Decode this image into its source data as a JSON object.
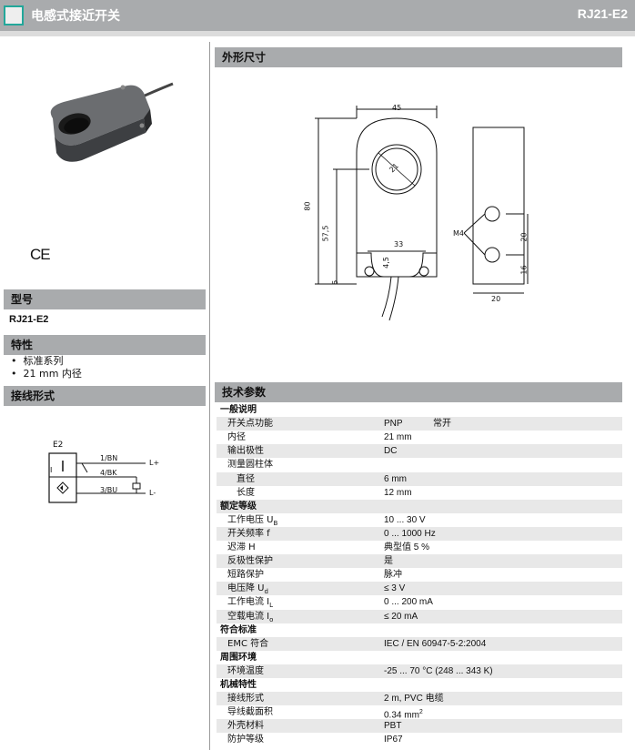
{
  "header": {
    "title": "电感式接近开关",
    "code": "RJ21-E2"
  },
  "ce_mark": "CE",
  "model": {
    "heading": "型号",
    "value": "RJ21-E2"
  },
  "features": {
    "heading": "特性",
    "items": [
      "标准系列",
      "21 mm 内径"
    ]
  },
  "wiring": {
    "heading": "接线形式",
    "label": "E2",
    "terminals": [
      "1/BN",
      "4/BK",
      "3/BU"
    ],
    "supply_plus": "L+",
    "supply_minus": "L-",
    "box_mark": "I"
  },
  "dimensions": {
    "heading": "外形尺寸",
    "labels": {
      "w45": "45",
      "h80": "80",
      "h57": "57,5",
      "h6": "6",
      "w33": "33",
      "d45": "4,5",
      "d21": "21",
      "m4": "M4",
      "v20": "20",
      "v16": "16",
      "s20": "20"
    }
  },
  "specs": {
    "heading": "技术参数",
    "rows": [
      {
        "type": "head",
        "label": "一般说明"
      },
      {
        "type": "l1",
        "label": "开关点功能",
        "value": "PNP",
        "value2": "常开"
      },
      {
        "type": "l1",
        "label": "内径",
        "value": "21 mm"
      },
      {
        "type": "l1",
        "label": "输出极性",
        "value": "DC"
      },
      {
        "type": "l1",
        "label": "测量圆柱体"
      },
      {
        "type": "l2",
        "label": "直径",
        "value": "6 mm"
      },
      {
        "type": "l2",
        "label": "长度",
        "value": "12 mm"
      },
      {
        "type": "head",
        "label": "额定等级"
      },
      {
        "type": "l1",
        "label": "工作电压 U",
        "sub": "B",
        "value": "10 ... 30 V"
      },
      {
        "type": "l1",
        "label": "开关频率 f",
        "value": "0 ... 1000 Hz"
      },
      {
        "type": "l1",
        "label": "迟滞 H",
        "value": "典型值 5 %"
      },
      {
        "type": "l1",
        "label": "反极性保护",
        "value": "是"
      },
      {
        "type": "l1",
        "label": "短路保护",
        "value": "脉冲"
      },
      {
        "type": "l1",
        "label": "电压降 U",
        "sub": "d",
        "value": "≤ 3 V"
      },
      {
        "type": "l1",
        "label": "工作电流 I",
        "sub": "L",
        "value": "0 ... 200 mA"
      },
      {
        "type": "l1",
        "label": "空载电流 I",
        "sub": "o",
        "value": "≤ 20 mA"
      },
      {
        "type": "head",
        "label": "符合标准"
      },
      {
        "type": "l1",
        "label": "EMC 符合",
        "value": "IEC / EN 60947-5-2:2004"
      },
      {
        "type": "head",
        "label": "周围环境"
      },
      {
        "type": "l1",
        "label": "环境温度",
        "value": "-25 ... 70 °C (248 ... 343 K)"
      },
      {
        "type": "head",
        "label": "机械特性"
      },
      {
        "type": "l1",
        "label": "接线形式",
        "value": "2 m, PVC 电缆"
      },
      {
        "type": "l1",
        "label": "导线截面积",
        "value": "0.34 mm",
        "sup": "2"
      },
      {
        "type": "l1",
        "label": "外壳材料",
        "value": "PBT"
      },
      {
        "type": "l1",
        "label": "防护等级",
        "value": "IP67"
      }
    ]
  }
}
